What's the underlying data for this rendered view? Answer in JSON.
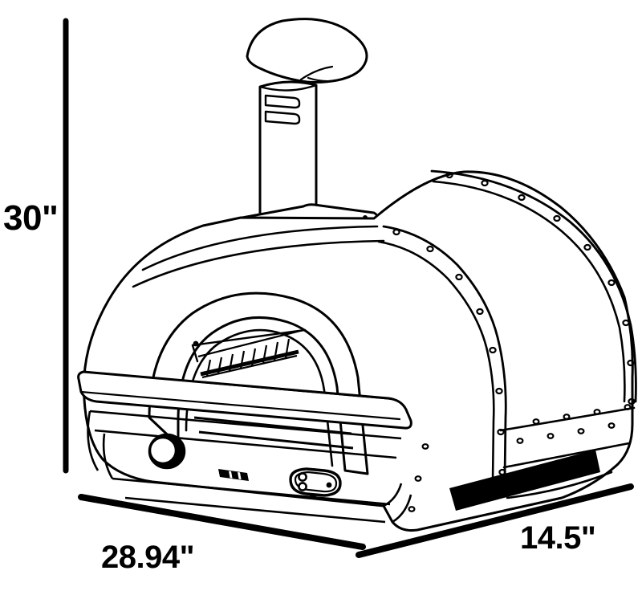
{
  "drawing": {
    "type": "technical-line-drawing",
    "subject": "outdoor pizza oven",
    "view": "three-quarter perspective",
    "background_color": "#ffffff",
    "line_color": "#000000",
    "fill_color": "#000000"
  },
  "dimensions": {
    "height": {
      "value": "30\"",
      "axis": "vertical",
      "position": "left"
    },
    "width": {
      "value": "28.94\"",
      "axis": "horizontal-front",
      "position": "bottom-left"
    },
    "depth": {
      "value": "14.5\"",
      "axis": "horizontal-side",
      "position": "bottom-right"
    }
  },
  "parts": {
    "chimney_cap": "chimney-rain-cap",
    "flue_pipe": "chimney-flue-pipe",
    "damper_slots": "chimney-damper-slots",
    "base_plate": "chimney-base-plate",
    "dome": "oven-dome-body",
    "mouth": "oven-mouth-opening",
    "grate": "oven-cooking-grate",
    "front_ledge": "front-ledge-shelf",
    "control_panel": "front-control-panel",
    "knob": "temperature-control-knob",
    "badge": "brand-badge",
    "valve": "gas-valve-igniter",
    "side_vent": "side-exhaust-vent",
    "rivets": "panel-rivets"
  }
}
